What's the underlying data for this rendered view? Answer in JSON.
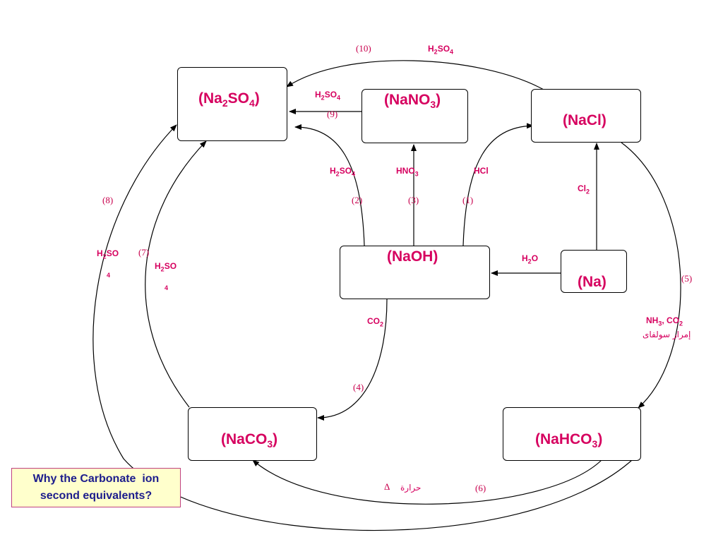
{
  "diagram": {
    "nodes": {
      "na2so4": {
        "pre": "(Na",
        "s1": "2",
        "mid": "SO",
        "s2": "4",
        "post": ")"
      },
      "nano3": {
        "pre": "(NaNO",
        "s1": "3",
        "post": ")"
      },
      "nacl": {
        "text": "(NaCl)"
      },
      "naoh": {
        "text": "(NaOH)"
      },
      "na": {
        "text": "(Na)"
      },
      "naco3": {
        "pre": "(NaCO",
        "s1": "3",
        "post": ")"
      },
      "nahco3": {
        "pre": "(NaHCO",
        "s1": "3",
        "post": ")"
      }
    },
    "steps": [
      "(1)",
      "(2)",
      "(3)",
      "(4)",
      "(5)",
      "(6)",
      "(7)",
      "(8)",
      "(9)",
      "(10)"
    ],
    "reagents": {
      "h2so4_top": {
        "a": "H",
        "b": "2",
        "c": "SO",
        "d": "4"
      },
      "h2so4_9": {
        "a": "H",
        "b": "2",
        "c": "SO",
        "d": "4"
      },
      "h2so4_2": {
        "a": "H",
        "b": "2",
        "c": "SO",
        "d": "4"
      },
      "hno3": {
        "a": "HNO",
        "b": "3"
      },
      "hcl": "HCl",
      "cl2": {
        "a": "Cl",
        "b": "2"
      },
      "h2o": {
        "a": "H",
        "b": "2",
        "c": "O"
      },
      "co2": {
        "a": "CO",
        "b": "2"
      },
      "nh3co2": {
        "a": "NH",
        "b": "3",
        "c": ", CO",
        "d": "2"
      },
      "arabic_pass": "إمرار سولفاى",
      "arabic_heat": "حرارة",
      "delta": "Δ",
      "h2so4_8": {
        "a": "H",
        "b": "2",
        "c": "SO",
        "d": "4"
      },
      "h2so4_7": {
        "a": "H",
        "b": "2",
        "c": "SO",
        "d": "4"
      }
    }
  },
  "question": {
    "line1": "Why the Carbonate  ion",
    "line2": "second equivalents?"
  },
  "colors": {
    "label": "#d6005f",
    "question_text": "#1c1c8c",
    "question_bg": "#ffffcc"
  }
}
